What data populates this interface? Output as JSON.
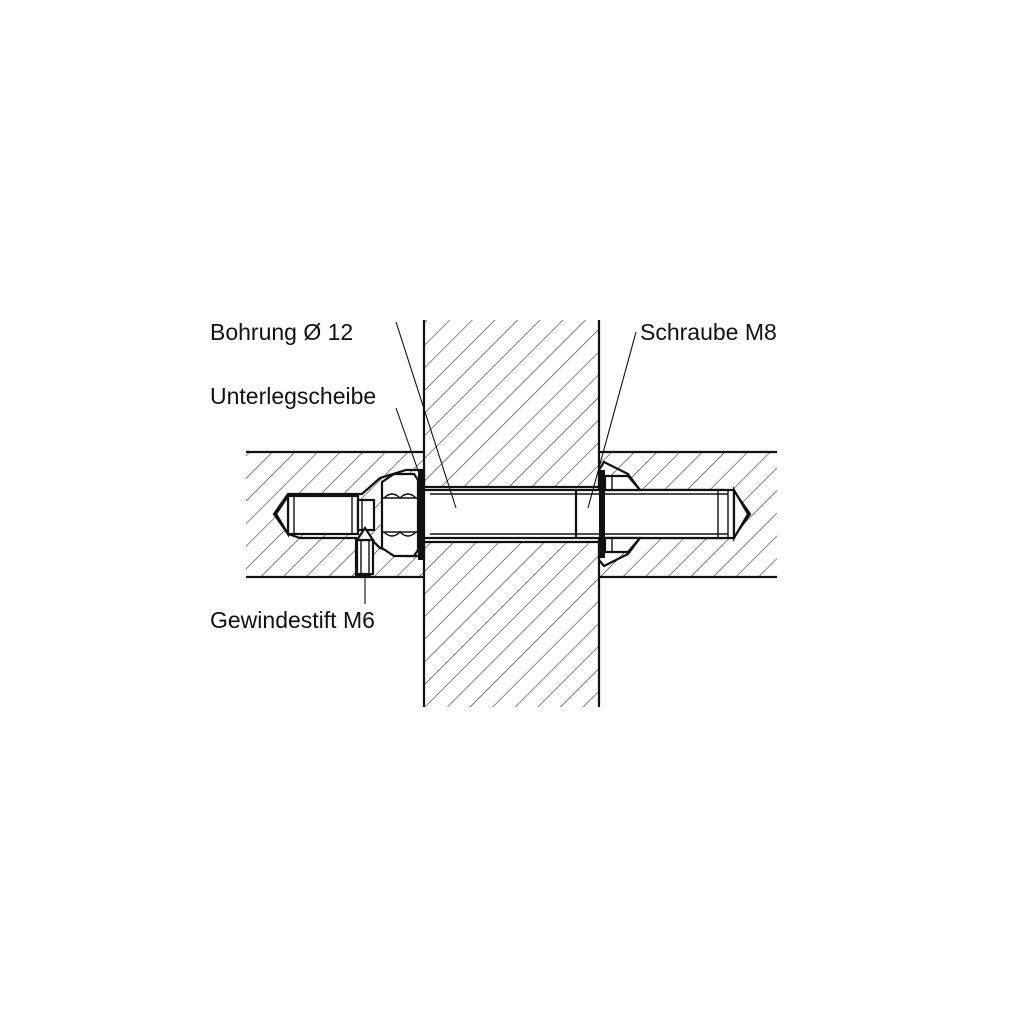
{
  "labels": {
    "bohrung": "Bohrung Ø 12",
    "unterlegscheibe": "Unterlegscheibe",
    "gewindestift": "Gewindestift M6",
    "schraube": "Schraube M8"
  }
}
